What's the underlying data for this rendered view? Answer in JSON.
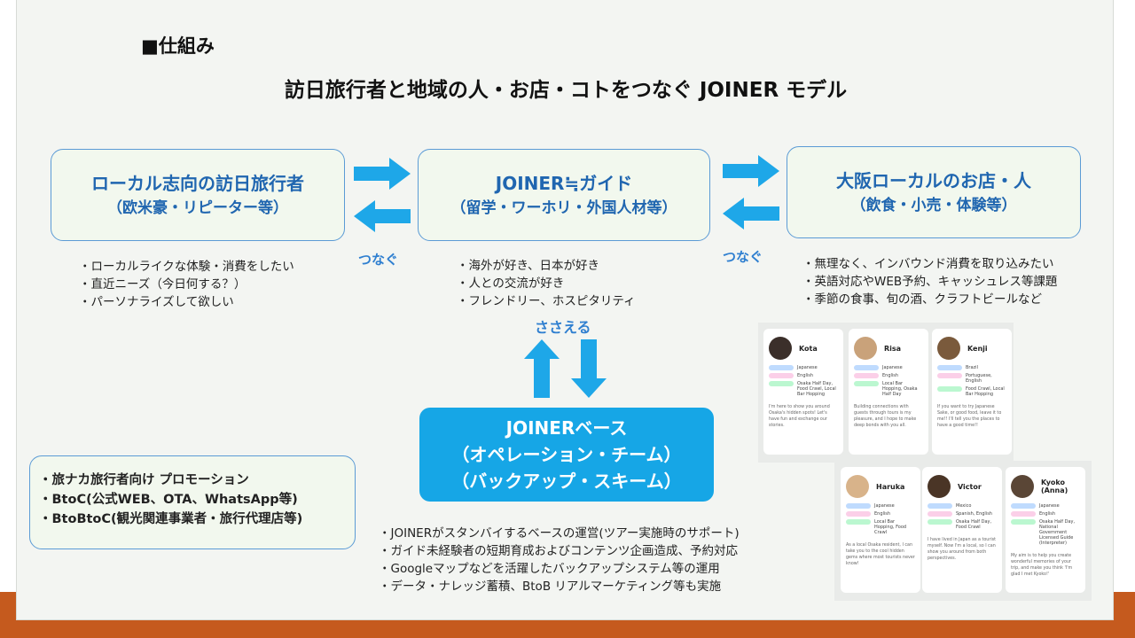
{
  "section_title": "■仕組み",
  "main_title": "訪日旅行者と地域の人・お店・コトをつなぐ JOINER モデル",
  "left_box": {
    "line1": "ローカル志向の訪日旅行者",
    "line2": "（欧米豪・リピーター等）"
  },
  "center_box": {
    "line1": "JOINER≒ガイド",
    "line2": "（留学・ワーホリ・外国人材等）"
  },
  "right_box": {
    "line1": "大阪ローカルのお店・人",
    "line2": "（飲食・小売・体験等）"
  },
  "connect_label": "つなぐ",
  "support_label": "ささえる",
  "left_bullets": [
    "・ローカルライクな体験・消費をしたい",
    "・直近ニーズ（今日何する？）",
    "・パーソナライズして欲しい"
  ],
  "center_bullets": [
    "・海外が好き、日本が好き",
    "・人との交流が好き",
    "・フレンドリー、ホスピタリティ"
  ],
  "right_bullets": [
    "・無理なく、インバウンド消費を取り込みたい",
    "・英語対応やWEB予約、キャッシュレス等課題",
    "・季節の食事、旬の酒、クラフトビールなど"
  ],
  "base_box": {
    "line1": "JOINERベース",
    "line2": "（オペレーション・チーム）",
    "line3": "（バックアップ・スキーム）"
  },
  "base_bullets": [
    "・JOINERがスタンバイするベースの運営(ツアー実施時のサポート)",
    "・ガイド未経験者の短期育成およびコンテンツ企画造成、予約対応",
    "・Googleマップなどを活躍したバックアップシステム等の運用",
    "・データ・ナレッジ蓄積、BtoB リアルマーケティング等も実施"
  ],
  "promo_lines": [
    "・旅ナカ旅行者向け プロモーション",
    "・BtoC(公式WEB、OTA、WhatsApp等)",
    "・BtoBtoC(観光関連事業者・旅行代理店等)"
  ],
  "guide_cards": [
    {
      "name": "Kota",
      "v1": "Japanese",
      "v2": "English",
      "v3": "Osaka Half Day, Food Crawl, Local Bar Hopping",
      "desc": "I'm here to show you around Osaka's hidden spots! Let's have fun and exchange our stories."
    },
    {
      "name": "Risa",
      "v1": "Japanese",
      "v2": "English",
      "v3": "Local Bar Hopping, Osaka Half Day",
      "desc": "Building connections with guests through tours is my pleasure, and I hope to make deep bonds with you all."
    },
    {
      "name": "Kenji",
      "v1": "Brazil",
      "v2": "Portuguese, English",
      "v3": "Food Crawl, Local Bar Hopping",
      "desc": "If you want to try Japanese Sake, or good food, leave it to me!! I'll tell you the places to have a good time!!"
    },
    {
      "name": "Haruka",
      "v1": "Japanese",
      "v2": "English",
      "v3": "Local Bar Hopping, Food Crawl",
      "desc": "As a local Osaka resident, I can take you to the cool hidden gems where most tourists never know!"
    },
    {
      "name": "Victor",
      "v1": "Mexico",
      "v2": "Spanish, English",
      "v3": "Osaka Half Day, Food Crawl",
      "desc": "I have lived in Japan as a tourist myself. Now I'm a local, so I can show you around from both perspectives."
    },
    {
      "name": "Kyoko (Anna)",
      "v1": "Japanese",
      "v2": "English",
      "v3": "Osaka Half Day, National Government Licensed Guide (Interpreter)",
      "desc": "My aim is to help you create wonderful memories of your trip, and make you think 'I'm glad I met Kyoko!'"
    }
  ],
  "colors": {
    "accent_blue": "#2066b0",
    "arrow_blue": "#1ea7e8",
    "base_blue": "#16a6e6",
    "band_orange": "#c55a1e",
    "box_fill": "#f2f8ee"
  }
}
